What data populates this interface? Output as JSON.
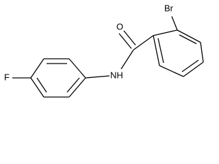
{
  "molecule": {
    "atoms": {
      "bromine": "Br",
      "oxygen": "O",
      "amide_nitrogen": "NH",
      "fluorine": "F"
    }
  },
  "colors": {
    "bond": "#000000",
    "background": "#ffffff"
  }
}
